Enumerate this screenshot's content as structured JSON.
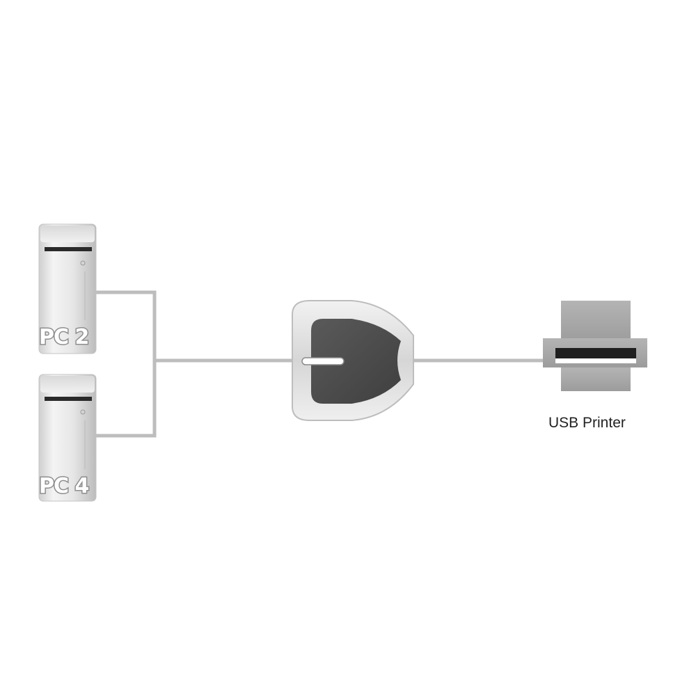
{
  "diagram": {
    "nodes": {
      "pc_top": {
        "label": "PC 2"
      },
      "pc_bottom": {
        "label": "PC 4"
      },
      "switch": {
        "label": ""
      },
      "printer": {
        "label": "USB Printer"
      }
    },
    "edges": [
      {
        "from": "pc_top",
        "to": "switch"
      },
      {
        "from": "pc_bottom",
        "to": "switch"
      },
      {
        "from": "switch",
        "to": "printer"
      }
    ]
  },
  "colors": {
    "cable": "#bdbdbd",
    "tower_body": "#e3e3e3",
    "switch_face": "#4f4f4f",
    "printer_body": "#a8a8a8"
  }
}
